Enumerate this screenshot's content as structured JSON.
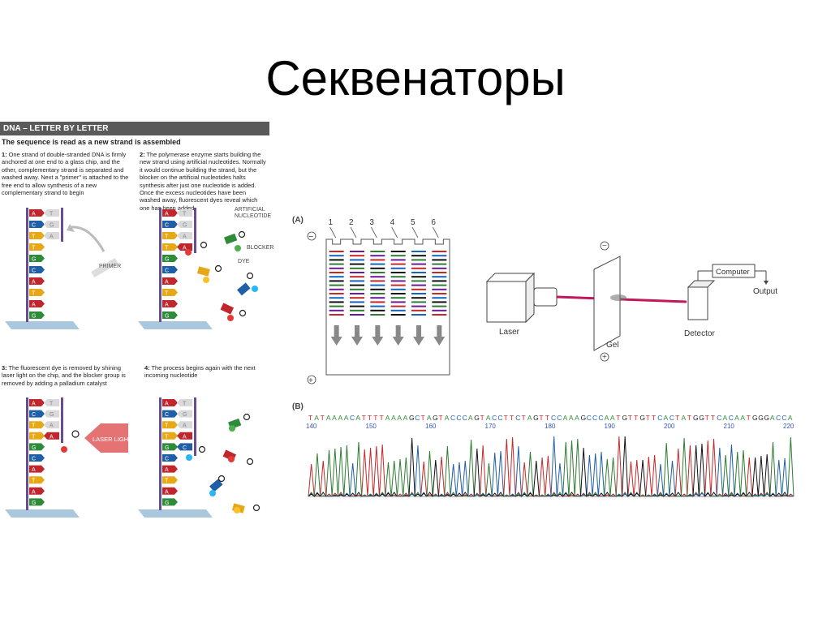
{
  "slide": {
    "title": "Секвенаторы"
  },
  "dna_panel": {
    "header": "DNA – LETTER BY LETTER",
    "subheader": "The sequence is read as a new strand is assembled",
    "steps": [
      {
        "num": "1:",
        "text": "One strand of double-stranded DNA is firmly anchored at one end to a glass chip, and the other, complementary strand is separated and washed away. Next a \"primer\" is attached to the free end to allow synthesis of a new complementary strand to begin"
      },
      {
        "num": "2:",
        "text": "The polymerase enzyme starts building the new strand using artificial nucleotides. Normally it would continue building the strand, but the blocker on the artificial nucleotides halts synthesis after just one nucleotide is added. Once the excess nucleotides have been washed away, fluorescent dyes reveal which one has been added"
      },
      {
        "num": "3:",
        "text": "The fluorescent dye is removed by shining laser light on the chip, and the blocker group is removed by adding a palladium catalyst"
      },
      {
        "num": "4:",
        "text": "The process begins again with the next incoming nucleotide"
      }
    ],
    "labels": {
      "primer": "PRIMER",
      "artificial_nucleotide_1": "ARTIFICIAL",
      "artificial_nucleotide_2": "NUCLEOTIDE",
      "blocker": "BLOCKER",
      "dye": "DYE",
      "laser_light": "LASER LIGHT"
    },
    "strand": [
      "A",
      "C",
      "T",
      "T",
      "G",
      "C",
      "A",
      "T",
      "A",
      "G"
    ],
    "complement_1": [
      "T",
      "G",
      "A"
    ],
    "complement_2": [
      "T",
      "G",
      "A",
      "A"
    ],
    "complement_4": [
      "T",
      "G",
      "A",
      "A",
      "C"
    ],
    "colors": {
      "A": "#c0272d",
      "C": "#1f5fa8",
      "T": "#e6a817",
      "G": "#2e8b3a",
      "backbone": "#6a4c93",
      "chip": "#a9c8de"
    }
  },
  "diagram_a": {
    "label": "(A)",
    "lanes": [
      "1",
      "2",
      "3",
      "4",
      "5",
      "6"
    ],
    "minus_top": "−",
    "plus_bottom": "+",
    "laser": "Laser",
    "gel": "Gel",
    "gel_minus": "−",
    "gel_plus": "+",
    "detector": "Detector",
    "computer": "Computer",
    "output": "Output"
  },
  "diagram_b": {
    "label": "(B)",
    "sequence": "TATAAAACATTTTAAAAGCTAGTACCCAGTACCTTCTAGTTCCAAAGCCCAATGTTGTTCACTATGGTTCACAATGGGACCA",
    "positions": [
      "140",
      "150",
      "160",
      "170",
      "180",
      "190",
      "200",
      "210",
      "220"
    ]
  }
}
